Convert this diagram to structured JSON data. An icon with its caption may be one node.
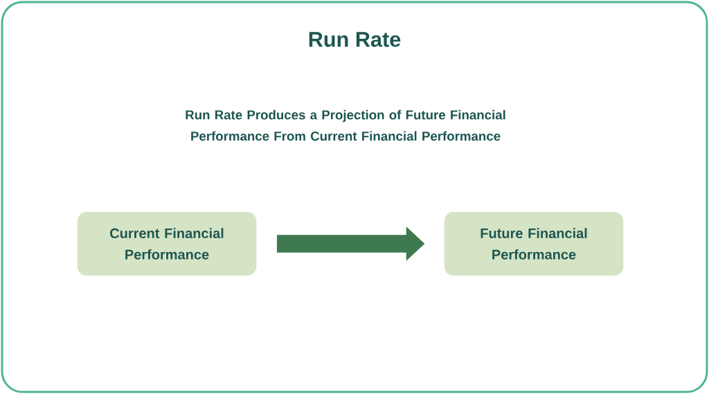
{
  "diagram": {
    "title": "Run Rate",
    "nodes": [
      {
        "text": [
          "Current Financial Performance"
        ]
      },
      {
        "text": [
          "Future Financial Performance"
        ]
      }
    ],
    "edges": [
      {
        "from": 0,
        "to": 1,
        "arrow": "to"
      }
    ],
    "labels": [
      "Run Rate Produces a Projection of Future Financial Performance From Current Financial Performance"
    ]
  }
}
